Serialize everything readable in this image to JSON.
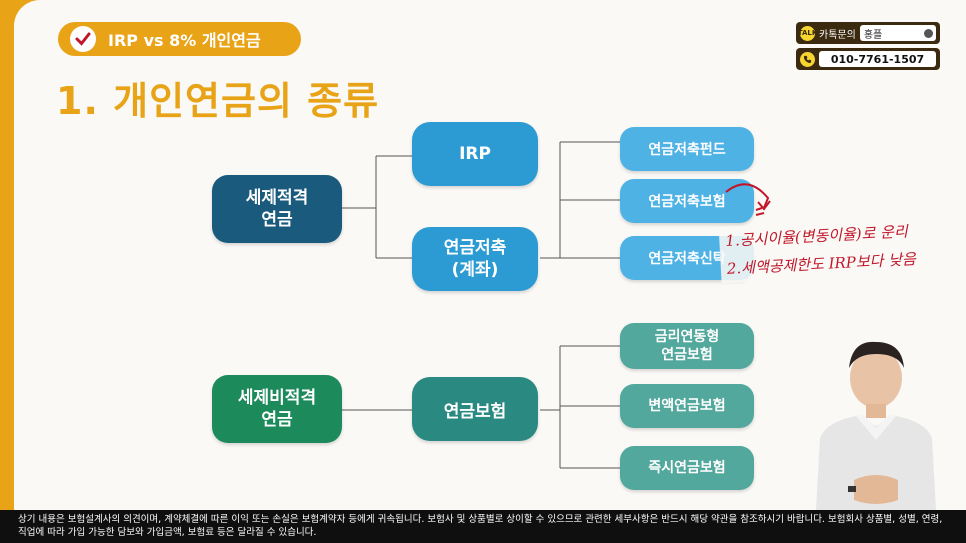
{
  "badge": {
    "text": "IRP vs 8% 개인연금",
    "icon": "check-icon"
  },
  "title": "1. 개인연금의 종류",
  "contact": {
    "kakao_label": "카톡문의",
    "kakao_value": "홍플",
    "phone": "010-7761-1507"
  },
  "tree": {
    "tax_eligible": {
      "label": "세제적격\n연금"
    },
    "irp": {
      "label": "IRP"
    },
    "pension_savings": {
      "label": "연금저축\n(계좌)"
    },
    "fund": {
      "label": "연금저축펀드"
    },
    "insurance": {
      "label": "연금저축보험"
    },
    "trust": {
      "label": "연금저축신탁"
    },
    "non_eligible": {
      "label": "세제비적격\n연금"
    },
    "pension_insurance": {
      "label": "연금보험"
    },
    "rate_linked": {
      "label": "금리연동형\n연금보험"
    },
    "variable": {
      "label": "변액연금보험"
    },
    "immediate": {
      "label": "즉시연금보험"
    }
  },
  "note": {
    "line1": "1.공시이율(변동이율)로 운리",
    "line2": "2.세액공제한도 IRP보다 낮음"
  },
  "disclaimer": "상기 내용은 보험설계사의 의견이며, 계약체결에 따른 이익 또는 손실은 보험계약자 등에게 귀속됩니다. 보험사 및 상품별로 상이할 수 있으므로 관련한 세부사항은 반드시 해당 약관을 참조하시기 바랍니다. 보험회사 상품별, 성별, 연령, 직업에 따라 가입 가능한 담보와 가입금액, 보험료 등은 달라질 수 있습니다."
}
